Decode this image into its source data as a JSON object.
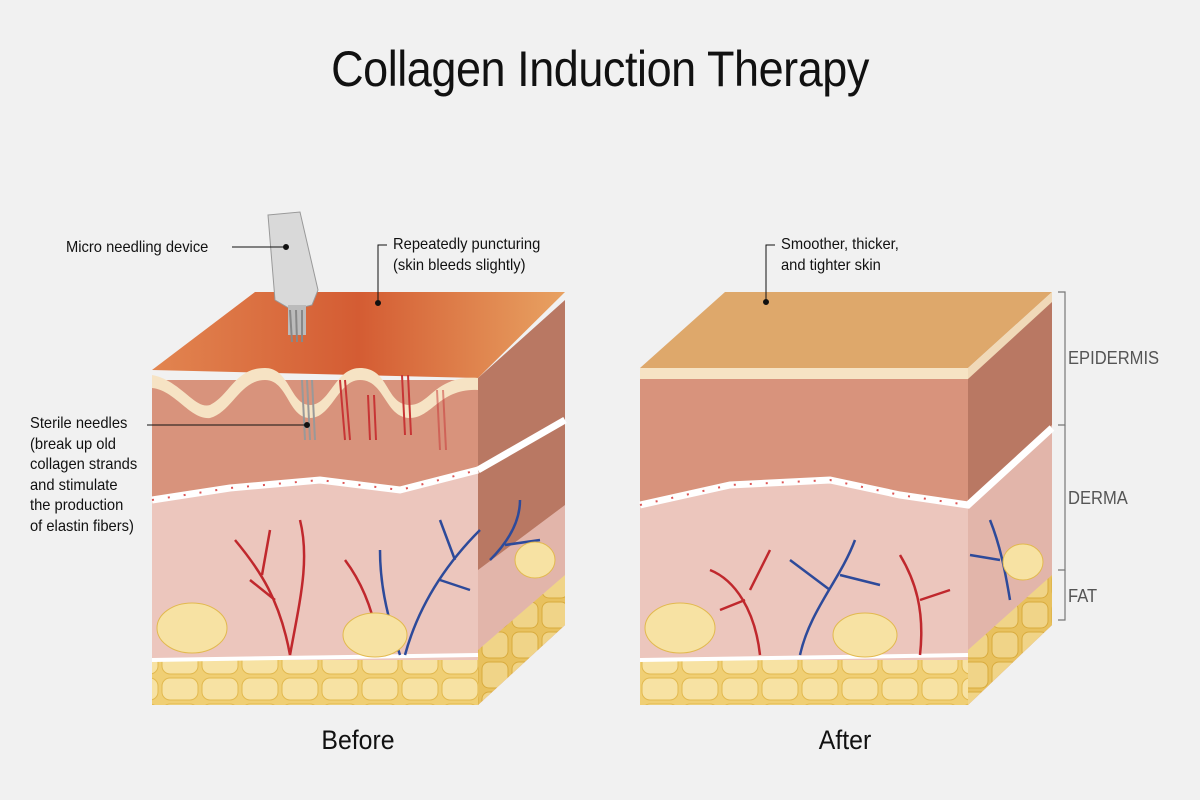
{
  "title": "Collagen Induction Therapy",
  "before": {
    "caption": "Before",
    "labels": {
      "device": "Micro needling device",
      "puncturing_1": "Repeatedly puncturing",
      "puncturing_2": "(skin bleeds slightly)",
      "needles": [
        "Sterile needles",
        "(break up old",
        "collagen strands",
        "and stimulate",
        "the production",
        "of elastin fibers)"
      ]
    }
  },
  "after": {
    "caption": "After",
    "labels": {
      "skin_1": "Smoother, thicker,",
      "skin_2": "and tighter skin"
    }
  },
  "layers": {
    "epidermis": "EPIDERMIS",
    "derma": "DERMA",
    "fat": "FAT"
  },
  "colors": {
    "background": "#f1f1f1",
    "epidermis_top": "#dea86b",
    "dermis": "#d8937c",
    "dermis_side": "#b97863",
    "lower_dermis": "#ecc6bd",
    "fat": "#f2d27a",
    "artery": "#c0282d",
    "vein": "#2d4a9a"
  }
}
